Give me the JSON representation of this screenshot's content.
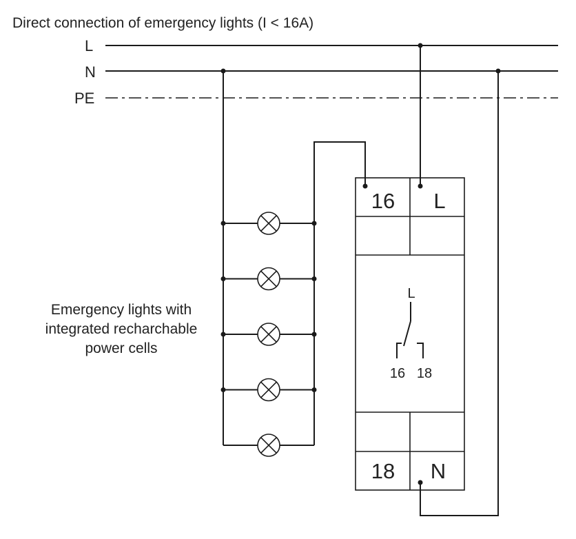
{
  "title": "Direct connection of emergency lights (I < 16A)",
  "bus_labels": {
    "l": "L",
    "n": "N",
    "pe": "PE"
  },
  "lights_caption": {
    "line1": "Emergency lights with",
    "line2": "integrated recharchable",
    "line3": "power cells"
  },
  "relay": {
    "top_left_terminal": "16",
    "top_right_terminal": "L",
    "bottom_left_terminal": "18",
    "bottom_right_terminal": "N",
    "contact_common_label": "L",
    "contact_left_label": "16",
    "contact_right_label": "18"
  },
  "lamp_count": 5
}
